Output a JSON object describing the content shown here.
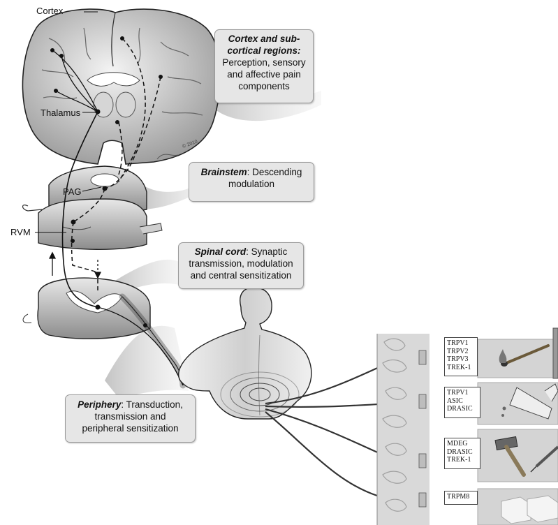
{
  "labels": {
    "cortex": "Cortex",
    "thalamus": "Thalamus",
    "pag": "PAG",
    "rvm": "RVM",
    "signature": "© 2010"
  },
  "callouts": {
    "cortex": {
      "title": "Cortex and sub-cortical regions:",
      "title_l1": "Cortex and sub-",
      "title_l2": "cortical regions:",
      "line1": "Perception, sensory",
      "line2": "and affective pain",
      "line3": "components"
    },
    "brainstem": {
      "title": "Brainstem",
      "line1": ": Descending",
      "line2": "modulation"
    },
    "spinal": {
      "title": "Spinal cord",
      "line1": ": Synaptic",
      "line2": "transmission, modulation",
      "line3": "and central sensitization"
    },
    "periphery": {
      "title": "Periphery",
      "line1": ": Transduction,",
      "line2": "transmission and",
      "line3": "peripheral sensitization"
    }
  },
  "receptors": {
    "heat": [
      "TRPV1",
      "TRPV2",
      "TRPV3",
      "TREK-1"
    ],
    "chemical": [
      "TRPV1",
      "ASIC",
      "DRASIC"
    ],
    "mechanical": [
      "MDEG",
      "DRASIC",
      "TREK-1"
    ],
    "cold": [
      "TRPM8"
    ]
  },
  "stimuli": {
    "heat": "match-icon",
    "chemical": "beaker-icon",
    "mechanical": "hammer-icon",
    "cold": "ice-icon"
  }
}
